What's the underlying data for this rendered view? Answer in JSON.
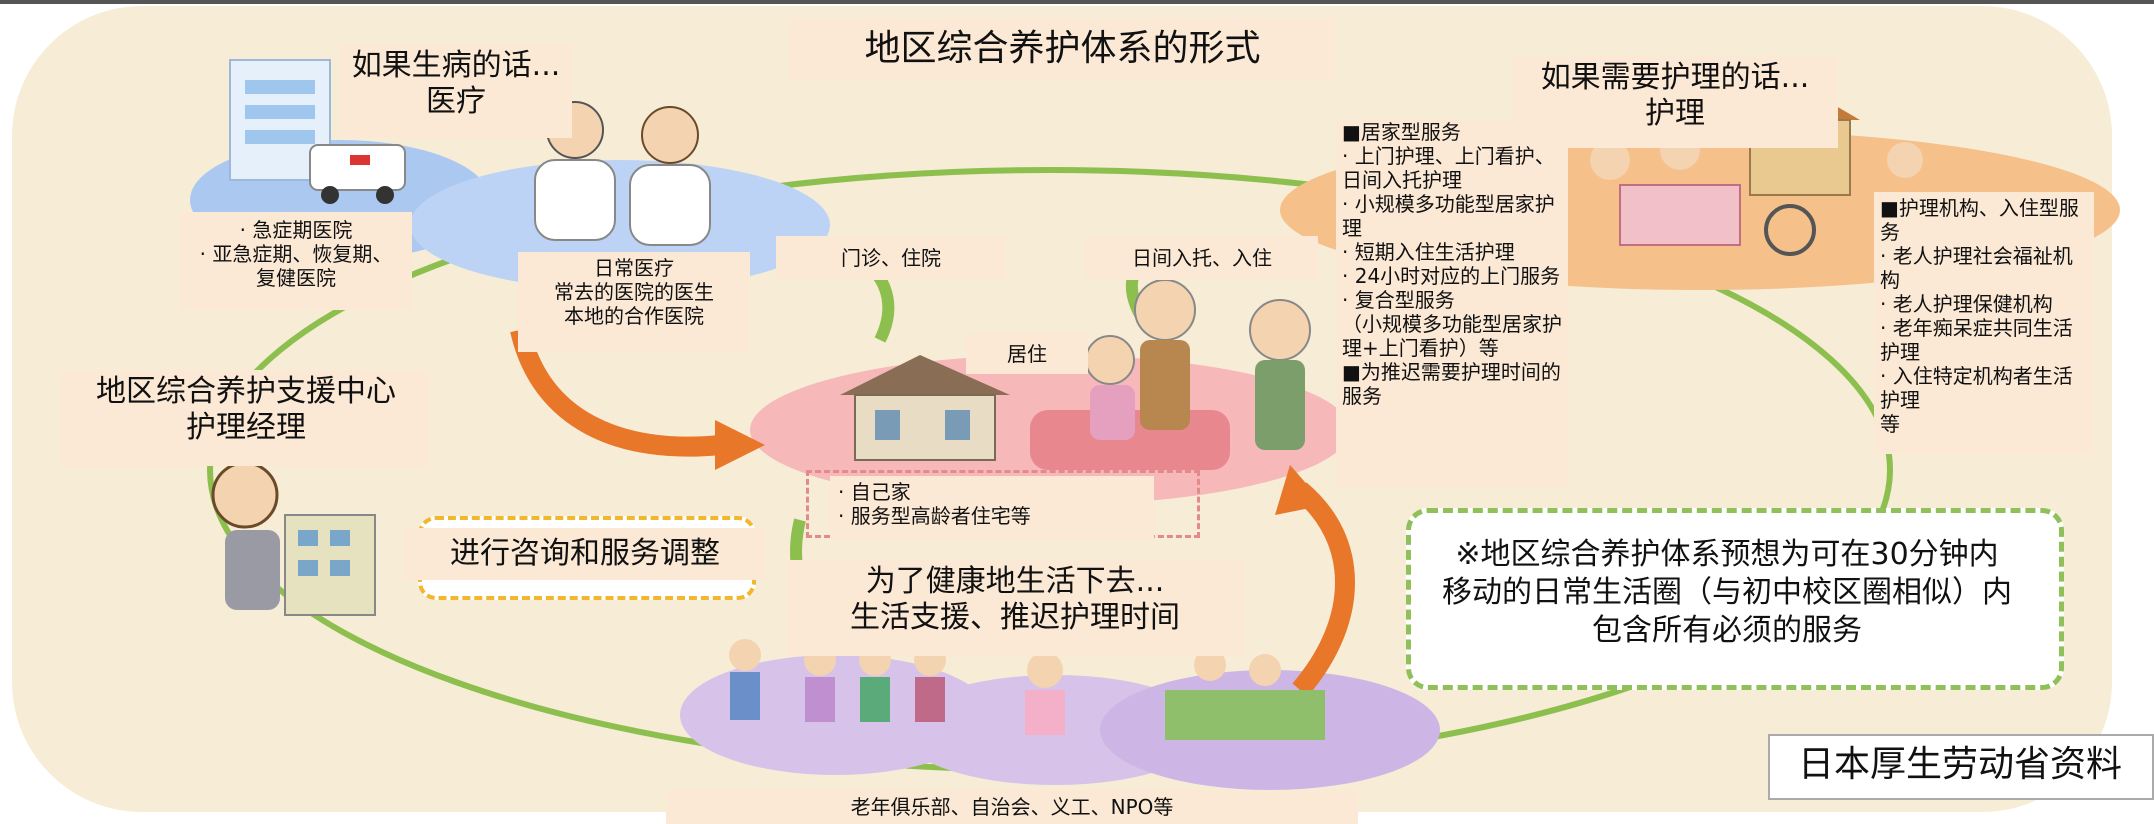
{
  "title": "地区综合养护体系的形式",
  "medical": {
    "heading": "如果生病的话...\n医疗",
    "hospitals": "· 急症期医院\n· 亚急症期、恢复期、\n复健医院",
    "daily": "日常医疗\n常去的医院的医生\n本地的合作医院",
    "outpatient": "门诊、住院"
  },
  "care": {
    "heading": "如果需要护理的话...\n护理",
    "home_services": "■居家型服务\n · 上门护理、上门看护、日间入托护理\n · 小规模多功能型居家护理\n · 短期入住生活护理\n · 24小时对应的上门服务\n · 复合型服务\n（小规模多功能型居家护理+上门看护）等\n■为推迟需要护理时间的服务",
    "facility_services": "■护理机构、入住型服务\n · 老人护理社会福祉机构\n · 老人护理保健机构\n · 老年痴呆症共同生活护理\n · 入住特定机构者生活护理\n等",
    "daycare": "日间入托、入住"
  },
  "home": {
    "label": "居住",
    "types": "· 自己家\n· 服务型高龄者住宅等"
  },
  "support_center": {
    "heading": "地区综合养护支援中心\n护理经理",
    "consult": "进行咨询和服务调整"
  },
  "life_support": {
    "heading": "为了健康地生活下去...\n生活支援、推迟护理时间",
    "orgs": "老年俱乐部、自治会、义工、NPO等"
  },
  "note": "※地区综合养护体系预想为可在30分钟内移动的日常生活圈（与初中校区圈相似）内包含所有必须的服务",
  "source": "日本厚生劳动省资料",
  "colors": {
    "background": "#f7ecd6",
    "label_bg": "#fbe9d6",
    "ring_green": "#8cbf4e",
    "arrow_orange": "#e8772a",
    "medical_blue": "#aac8f0",
    "care_orange": "#f6c08a",
    "home_pink": "#f6b8b8",
    "support_purple": "#d7c2ea"
  }
}
